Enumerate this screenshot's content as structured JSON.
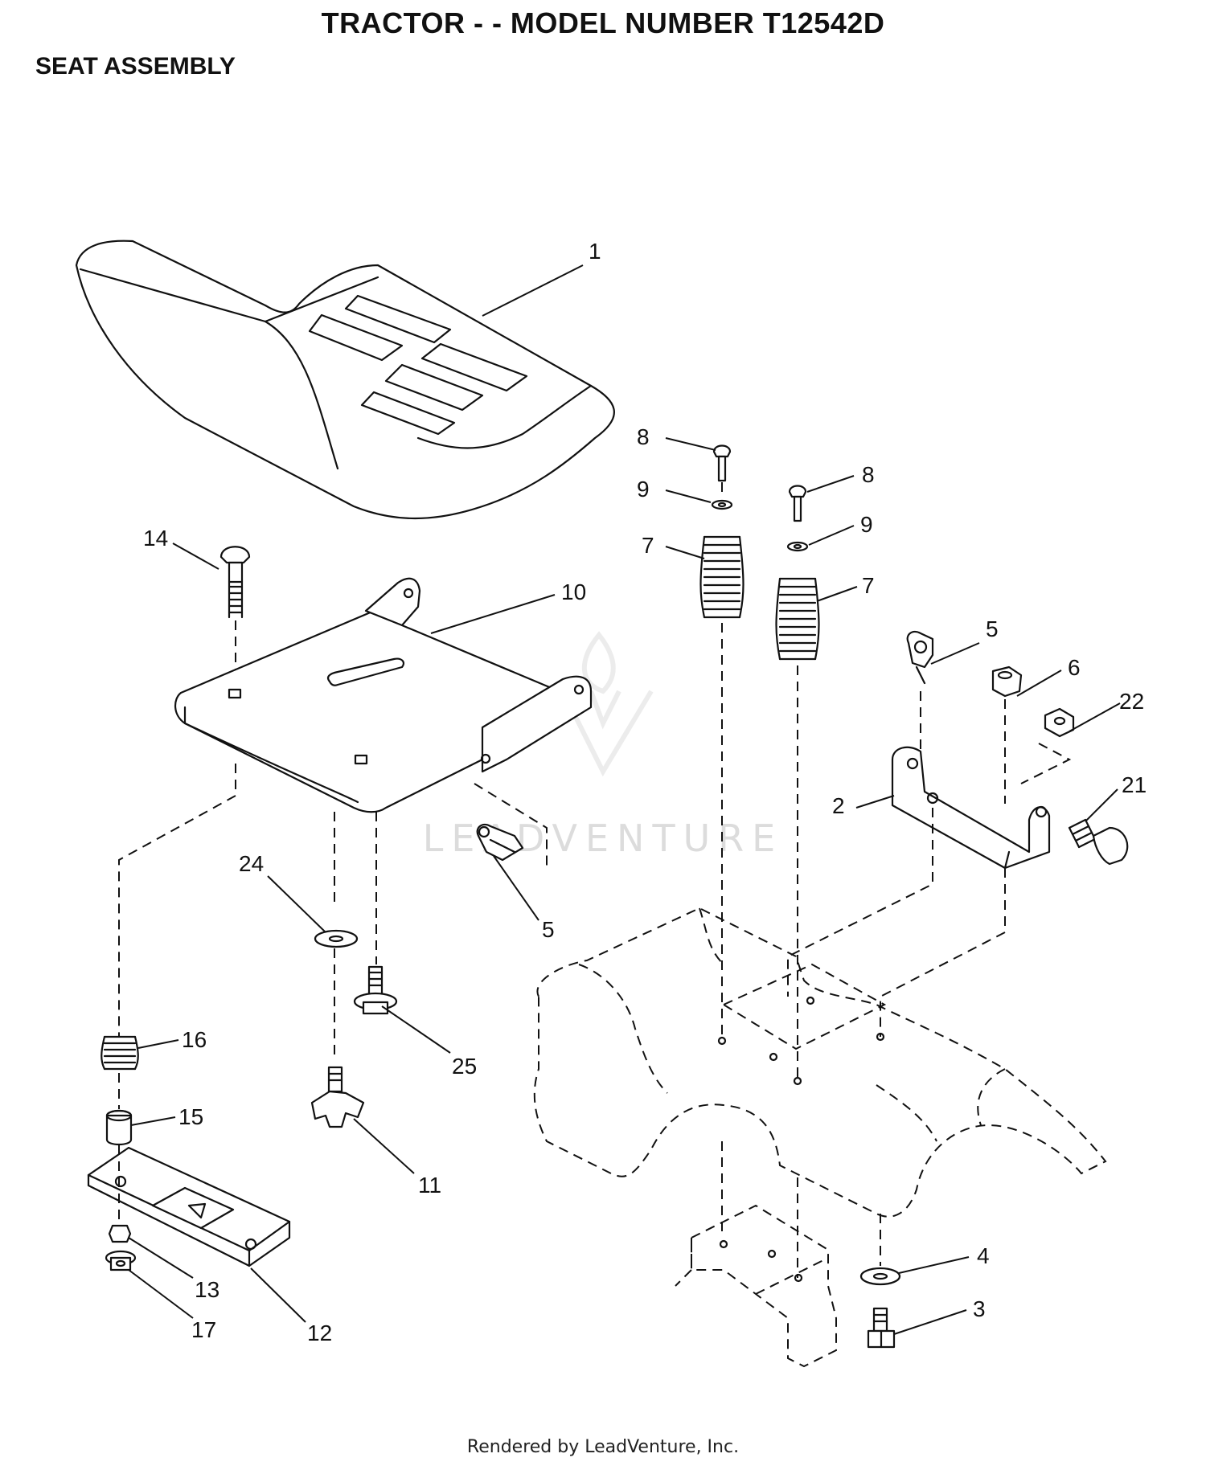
{
  "header": {
    "title": "TRACTOR - - MODEL NUMBER T12542D",
    "subtitle": "SEAT ASSEMBLY"
  },
  "watermark": {
    "brand": "LEADVENTURE"
  },
  "footer": {
    "credit": "Rendered by LeadVenture, Inc."
  },
  "callouts": [
    {
      "id": "c1",
      "label": "1"
    },
    {
      "id": "c8a",
      "label": "8"
    },
    {
      "id": "c9a",
      "label": "9"
    },
    {
      "id": "c7a",
      "label": "7"
    },
    {
      "id": "c8b",
      "label": "8"
    },
    {
      "id": "c9b",
      "label": "9"
    },
    {
      "id": "c7b",
      "label": "7"
    },
    {
      "id": "c14",
      "label": "14"
    },
    {
      "id": "c10",
      "label": "10"
    },
    {
      "id": "c5a",
      "label": "5"
    },
    {
      "id": "c6",
      "label": "6"
    },
    {
      "id": "c22",
      "label": "22"
    },
    {
      "id": "c2",
      "label": "2"
    },
    {
      "id": "c21",
      "label": "21"
    },
    {
      "id": "c24",
      "label": "24"
    },
    {
      "id": "c5b",
      "label": "5"
    },
    {
      "id": "c25",
      "label": "25"
    },
    {
      "id": "c16",
      "label": "16"
    },
    {
      "id": "c15",
      "label": "15"
    },
    {
      "id": "c11",
      "label": "11"
    },
    {
      "id": "c13",
      "label": "13"
    },
    {
      "id": "c17",
      "label": "17"
    },
    {
      "id": "c12",
      "label": "12"
    },
    {
      "id": "c4",
      "label": "4"
    },
    {
      "id": "c3",
      "label": "3"
    }
  ]
}
